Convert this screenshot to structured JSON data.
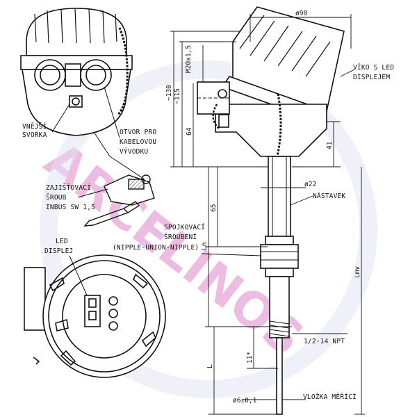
{
  "watermark": {
    "text": "ARCELINOS",
    "colors": [
      "#e8a6d8",
      "#c7cbe6"
    ]
  },
  "callouts": {
    "vnejsi_svorka": [
      "VNĚJŠÍ",
      "SVORKA"
    ],
    "otvor": [
      "OTVOR PRO",
      "KABELOVOU",
      "VÝVODKU"
    ],
    "zajistovaci": [
      "ZAJIŠŤOVACÍ",
      "ŠROUB",
      "INBUS SW 1,5"
    ],
    "led_displej": [
      "LED",
      "DISPLEJ"
    ],
    "spojkovaci": [
      "SPOJKOVACÍ",
      "ŠROUBENÍ",
      "(NIPPLE-UNION-NIPPLE)"
    ],
    "vikd": [
      "VÍKO S LED",
      "DISPLEJEM"
    ],
    "nastavek": "NÁSTAVEK",
    "npt": "1/2-14 NPT",
    "vlozka": "VLOŽKA MĚŘÍCÍ"
  },
  "dimensions": {
    "d90": "ø90",
    "m20": "M20x1,5",
    "h130": "~130",
    "h115": "~115",
    "h64": "64",
    "h41": "41",
    "d22": "ø22",
    "h65": "65",
    "ln": "Ln",
    "lmv": "Lmv",
    "l": "L",
    "h11": "11*",
    "d6": "ø6±0,1"
  }
}
